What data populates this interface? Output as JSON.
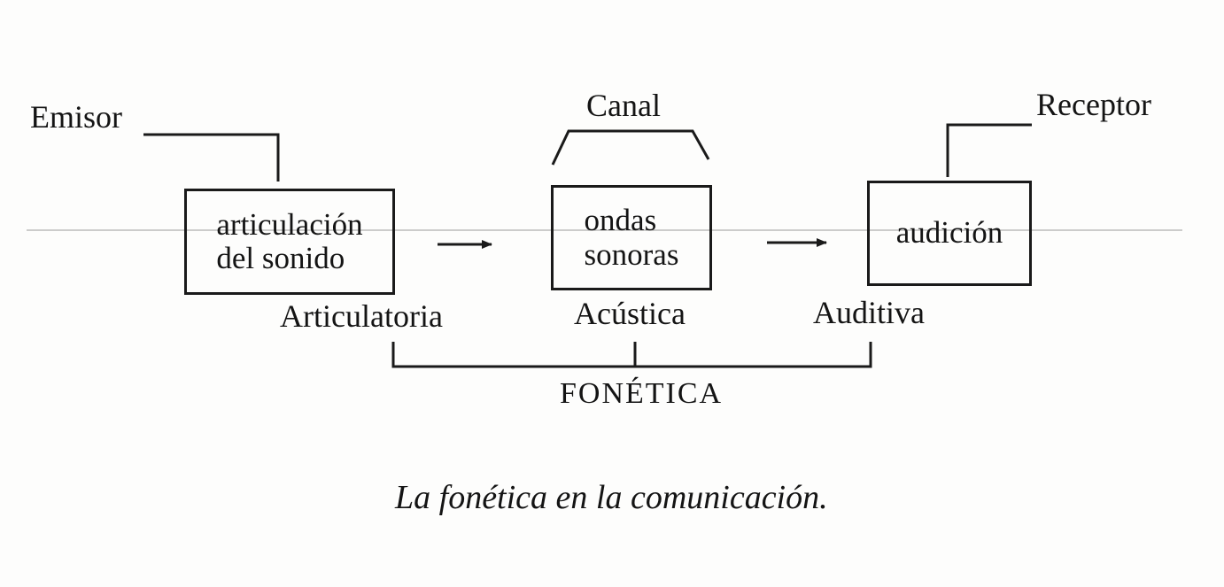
{
  "diagram": {
    "emisor_label": "Emisor",
    "canal_label": "Canal",
    "receptor_label": "Receptor",
    "box1_line1": "articulación",
    "box1_line2": "del sonido",
    "box2_line1": "ondas",
    "box2_line2": "sonoras",
    "box3_text": "audición",
    "articulatoria_label": "Articulatoria",
    "acustica_label": "Acústica",
    "auditiva_label": "Auditiva",
    "fonetica_label": "FONÉTICA"
  },
  "caption": "La fonética en la comunicación."
}
